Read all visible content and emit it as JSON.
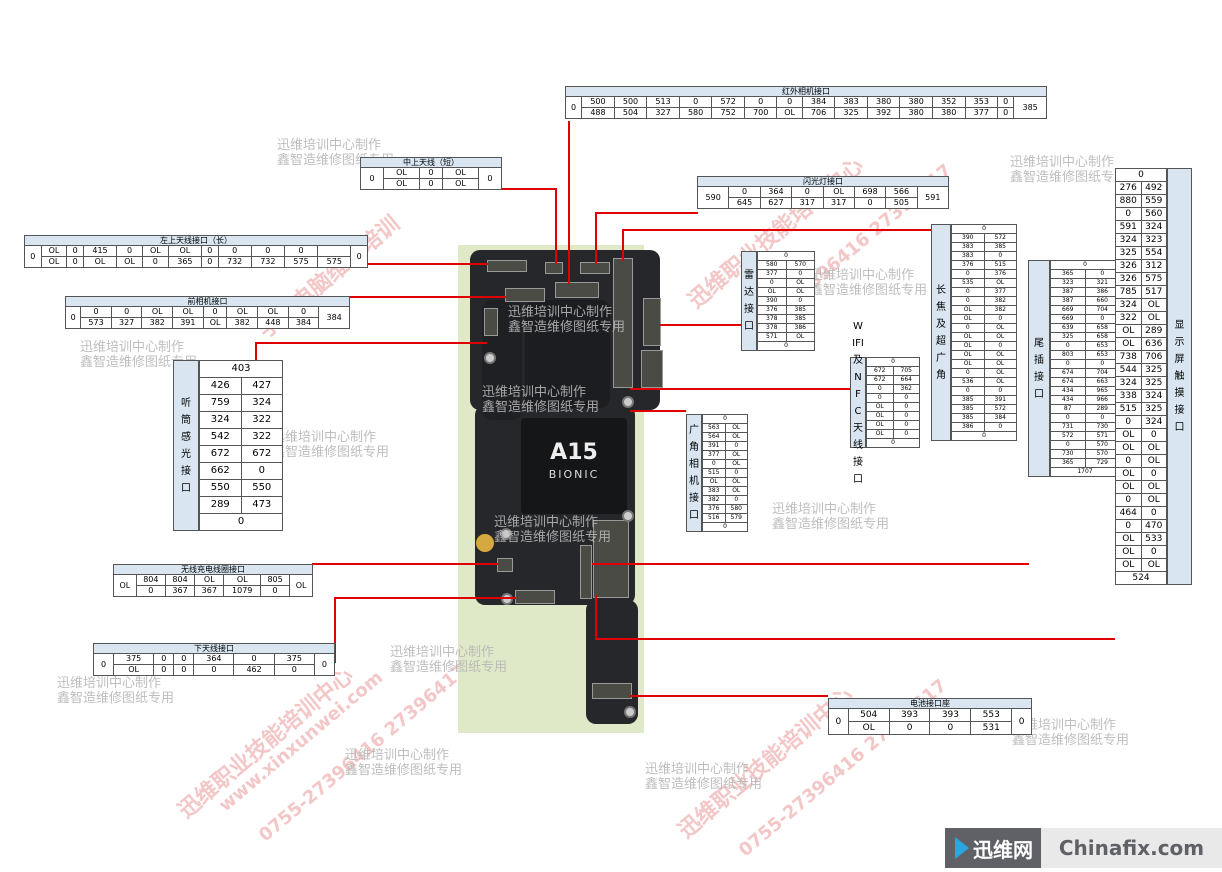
{
  "chip": {
    "name": "A15",
    "sub": "BIONIC"
  },
  "logo": {
    "cn": "迅维网",
    "en": "Chinafix.com"
  },
  "watermarks": {
    "line1": "迅维培训中心制作",
    "line2": "鑫智造维修图纸专用",
    "red1": "迅维职业技能培训中心",
    "red2": "手机电脑维修培训",
    "red3": "www.xinxunwei.com",
    "red4": "0755-27396416 27396417"
  },
  "ir": {
    "title": "红外相机接口",
    "left": "0",
    "right": "385",
    "row1": [
      "500",
      "500",
      "513",
      "0",
      "572",
      "0",
      "0",
      "384",
      "383",
      "380",
      "380",
      "352",
      "353",
      "0"
    ],
    "row2": [
      "488",
      "504",
      "327",
      "580",
      "752",
      "700",
      "OL",
      "706",
      "325",
      "392",
      "380",
      "380",
      "377",
      "0"
    ]
  },
  "mid_ant": {
    "title": "中上天线（短）",
    "left": "0",
    "right": "0",
    "row1": [
      "OL",
      "0",
      "OL"
    ],
    "row2": [
      "OL",
      "0",
      "OL"
    ]
  },
  "flash": {
    "title": "闪光灯接口",
    "left": "590",
    "right": "591",
    "row1": [
      "0",
      "364",
      "0",
      "OL",
      "698",
      "566"
    ],
    "row2": [
      "645",
      "627",
      "317",
      "317",
      "0",
      "505"
    ]
  },
  "left_ant": {
    "title": "左上天线接口（长）",
    "left": "0",
    "right": "0",
    "row1": [
      "OL",
      "0",
      "415",
      "0",
      "OL",
      "OL",
      "0",
      "0",
      "0",
      "0"
    ],
    "row2": [
      "OL",
      "0",
      "OL",
      "OL",
      "0",
      "365",
      "0",
      "732",
      "732",
      "575",
      "575"
    ]
  },
  "front": {
    "title": "前相机接口",
    "left": "0",
    "right": "384",
    "row1": [
      "0",
      "0",
      "OL",
      "OL",
      "0",
      "OL",
      "OL",
      "0"
    ],
    "row2": [
      "573",
      "327",
      "382",
      "391",
      "OL",
      "382",
      "448",
      "384"
    ]
  },
  "earpiece": {
    "title": "听筒感光接口",
    "top": "403",
    "bottom": "0",
    "rows": [
      [
        "426",
        "427"
      ],
      [
        "759",
        "324"
      ],
      [
        "324",
        "322"
      ],
      [
        "542",
        "322"
      ],
      [
        "672",
        "672"
      ],
      [
        "662",
        "0"
      ],
      [
        "550",
        "550"
      ],
      [
        "289",
        "473"
      ]
    ]
  },
  "radar": {
    "title": "雷达接口",
    "top": "0",
    "bottom": "0",
    "rows": [
      [
        "580",
        "570"
      ],
      [
        "377",
        "0"
      ],
      [
        "0",
        "OL"
      ],
      [
        "OL",
        "OL"
      ],
      [
        "390",
        "0"
      ],
      [
        "376",
        "385"
      ],
      [
        "378",
        "385"
      ],
      [
        "378",
        "386"
      ],
      [
        "571",
        "OL"
      ]
    ]
  },
  "wide": {
    "title": "长焦及超广角",
    "top": "0",
    "bottom": "0",
    "rows": [
      [
        "390",
        "572"
      ],
      [
        "383",
        "385"
      ],
      [
        "383",
        "0"
      ],
      [
        "376",
        "515"
      ],
      [
        "0",
        "376"
      ],
      [
        "535",
        "OL"
      ],
      [
        "0",
        "377"
      ],
      [
        "0",
        "382"
      ],
      [
        "OL",
        "382"
      ],
      [
        "OL",
        "0"
      ],
      [
        "0",
        "OL"
      ],
      [
        "OL",
        "OL"
      ],
      [
        "OL",
        "0"
      ],
      [
        "OL",
        "OL"
      ],
      [
        "OL",
        "OL"
      ],
      [
        "0",
        "OL"
      ],
      [
        "536",
        "OL"
      ],
      [
        "0",
        "0"
      ],
      [
        "385",
        "391"
      ],
      [
        "385",
        "572"
      ],
      [
        "385",
        "384"
      ],
      [
        "386",
        "0"
      ]
    ]
  },
  "wifi": {
    "title": "WIFI及NFC天线接口",
    "top": "0",
    "bottom": "0",
    "rows": [
      [
        "672",
        "705"
      ],
      [
        "672",
        "664"
      ],
      [
        "0",
        "362"
      ],
      [
        "0",
        "0"
      ],
      [
        "OL",
        "0"
      ],
      [
        "OL",
        "0"
      ],
      [
        "OL",
        "0"
      ],
      [
        "OL",
        "0"
      ]
    ]
  },
  "wideangle": {
    "title": "广角相机接口",
    "top": "0",
    "bottom": "0",
    "rows": [
      [
        "563",
        "OL"
      ],
      [
        "564",
        "OL"
      ],
      [
        "391",
        "0"
      ],
      [
        "377",
        "OL"
      ],
      [
        "0",
        "OL"
      ],
      [
        "515",
        "0"
      ],
      [
        "OL",
        "OL"
      ],
      [
        "383",
        "OL"
      ],
      [
        "382",
        "0"
      ],
      [
        "376",
        "580"
      ],
      [
        "516",
        "579"
      ]
    ]
  },
  "tail": {
    "title": "尾插接口",
    "top": "0",
    "bottom": "1707",
    "rows": [
      [
        "365",
        "0"
      ],
      [
        "323",
        "321"
      ],
      [
        "387",
        "386"
      ],
      [
        "387",
        "660"
      ],
      [
        "669",
        "704"
      ],
      [
        "669",
        "0"
      ],
      [
        "639",
        "658"
      ],
      [
        "325",
        "658"
      ],
      [
        "0",
        "653"
      ],
      [
        "803",
        "653"
      ],
      [
        "0",
        "0"
      ],
      [
        "674",
        "704"
      ],
      [
        "674",
        "663"
      ],
      [
        "434",
        "965"
      ],
      [
        "434",
        "966"
      ],
      [
        "87",
        "289"
      ],
      [
        "0",
        "0"
      ],
      [
        "731",
        "730"
      ],
      [
        "572",
        "571"
      ],
      [
        "0",
        "570"
      ],
      [
        "730",
        "570"
      ],
      [
        "365",
        "729"
      ]
    ]
  },
  "display": {
    "title": "显示屏触摸接口",
    "top": "0",
    "bottom": "524",
    "rows": [
      [
        "276",
        "492"
      ],
      [
        "880",
        "559"
      ],
      [
        "0",
        "560"
      ],
      [
        "591",
        "324"
      ],
      [
        "324",
        "323"
      ],
      [
        "325",
        "554"
      ],
      [
        "326",
        "312"
      ],
      [
        "326",
        "575"
      ],
      [
        "785",
        "517"
      ],
      [
        "324",
        "OL"
      ],
      [
        "322",
        "OL"
      ],
      [
        "OL",
        "289"
      ],
      [
        "OL",
        "636"
      ],
      [
        "738",
        "706"
      ],
      [
        "544",
        "325"
      ],
      [
        "324",
        "325"
      ],
      [
        "338",
        "324"
      ],
      [
        "515",
        "325"
      ],
      [
        "0",
        "324"
      ],
      [
        "OL",
        "0"
      ],
      [
        "OL",
        "OL"
      ],
      [
        "0",
        "OL"
      ],
      [
        "OL",
        "0"
      ],
      [
        "OL",
        "OL"
      ],
      [
        "0",
        "OL"
      ],
      [
        "464",
        "0"
      ],
      [
        "0",
        "470"
      ],
      [
        "OL",
        "533"
      ],
      [
        "OL",
        "0"
      ],
      [
        "OL",
        "OL"
      ]
    ]
  },
  "wireless": {
    "title": "无线充电线圈接口",
    "left": "OL",
    "right": "OL",
    "row1": [
      "804",
      "804",
      "OL",
      "OL",
      "805"
    ],
    "row2": [
      "0",
      "367",
      "367",
      "1079",
      "0"
    ]
  },
  "bottom_ant": {
    "title": "下天线接口",
    "left": "0",
    "right": "0",
    "row1": [
      "375",
      "0",
      "0",
      "364",
      "0",
      "375"
    ],
    "row2": [
      "OL",
      "0",
      "0",
      "0",
      "462",
      "0"
    ]
  },
  "battery": {
    "title": "电池接口座",
    "left": "0",
    "right": "0",
    "row1": [
      "504",
      "393",
      "393",
      "553"
    ],
    "row2": [
      "OL",
      "0",
      "0",
      "531"
    ]
  }
}
